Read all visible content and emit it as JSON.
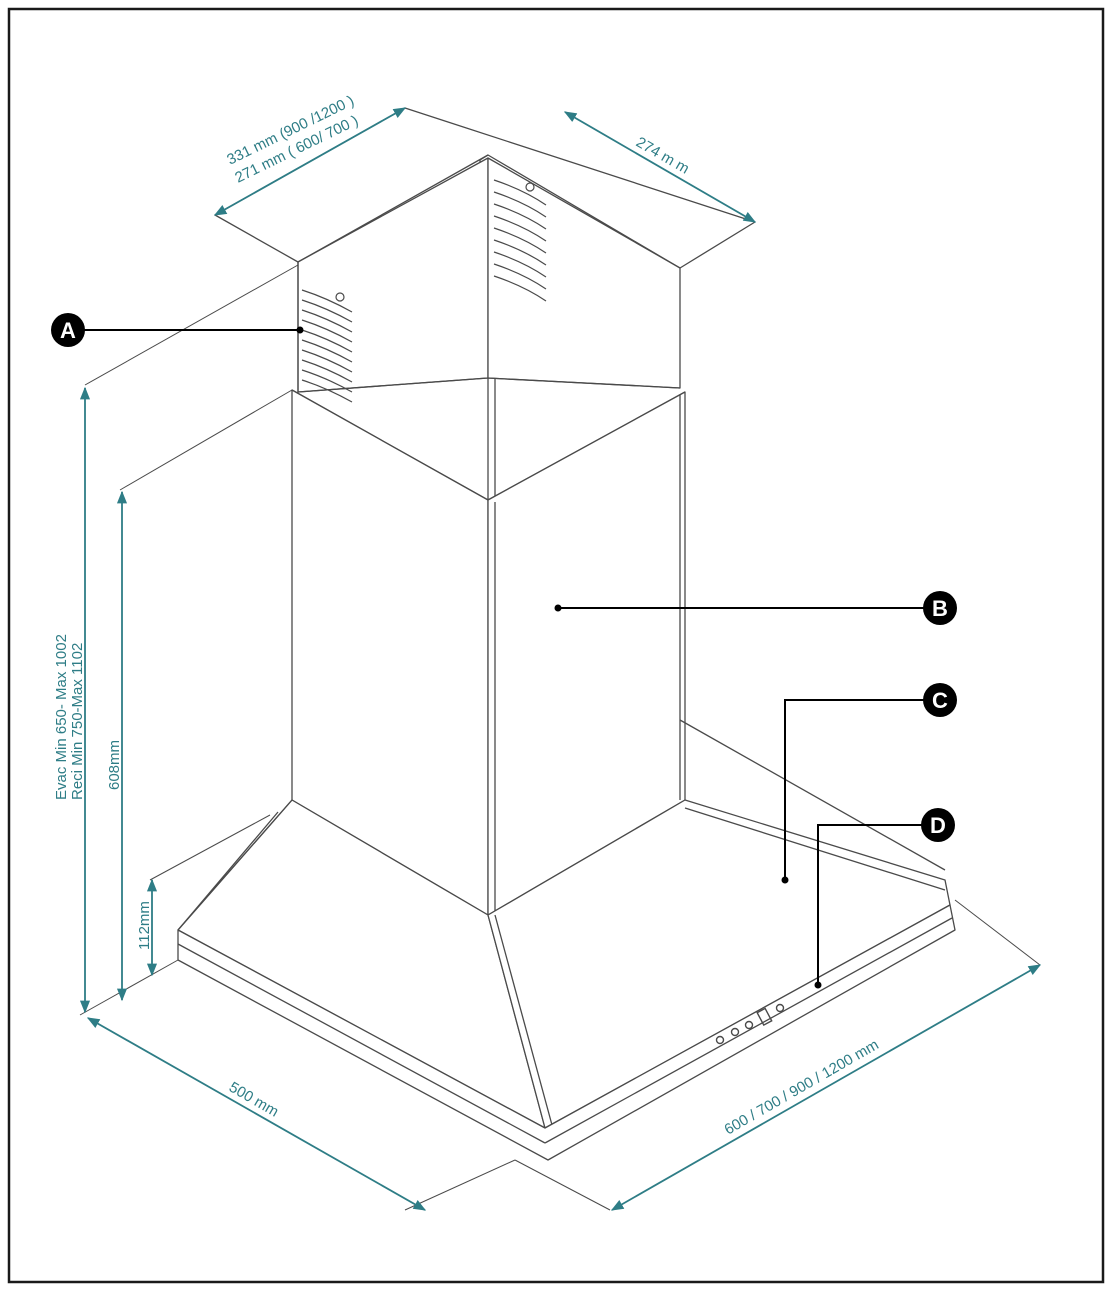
{
  "colors": {
    "outline": "#4a4a4a",
    "frame": "#1a1a1a",
    "dimension": "#2e7d86",
    "callout": "#000000",
    "callout_text": "#ffffff",
    "background": "#ffffff"
  },
  "dimensions": {
    "top_width_line1": "331 mm (900 /1200 )",
    "top_width_line2": "271 mm ( 600/ 700 )",
    "top_depth": "274 m m",
    "height_evac": "Evac Min 650- Max 1002",
    "height_reci": "Reci Min 750-Max 1102",
    "chimney_height": "608mm",
    "canopy_height": "112mm",
    "depth": "500 mm",
    "width": "600 / 700 / 900 / 1200 mm"
  },
  "callouts": {
    "a": "A",
    "b": "B",
    "c": "C",
    "d": "D"
  }
}
